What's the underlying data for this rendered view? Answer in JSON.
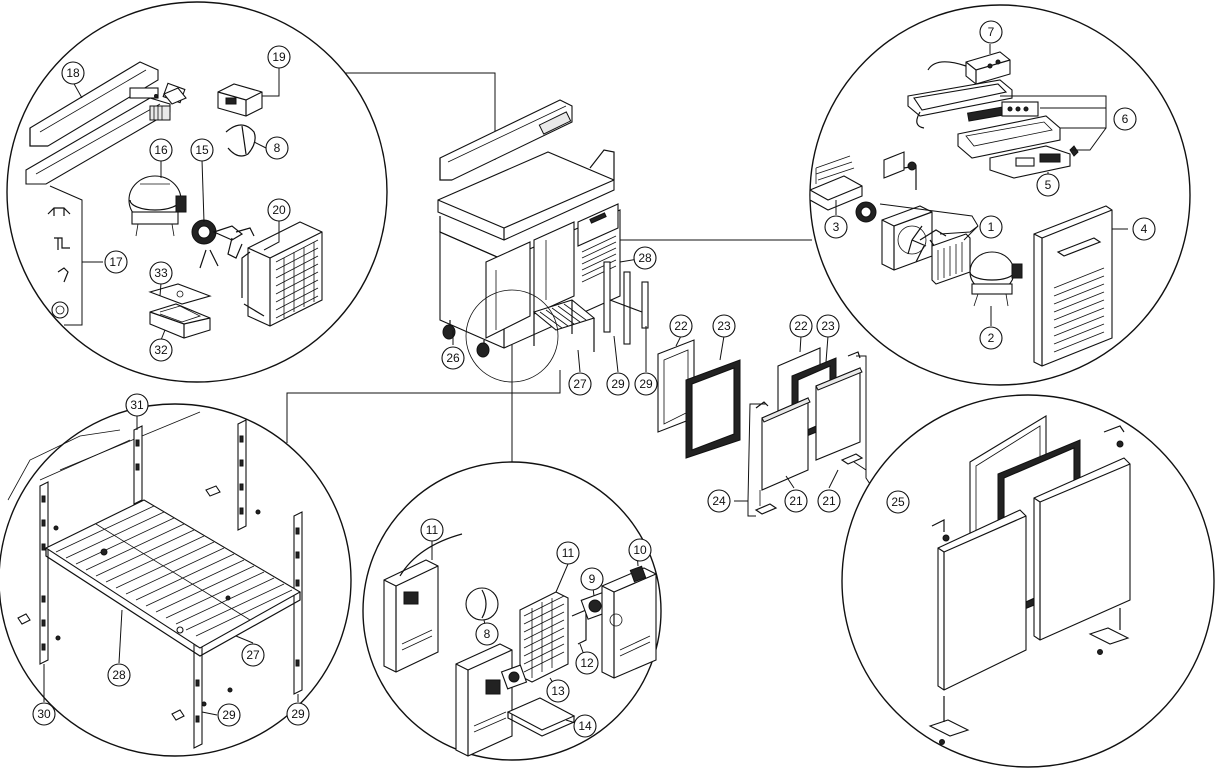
{
  "callouts": {
    "c1": "1",
    "c2": "2",
    "c3": "3",
    "c4": "4",
    "c5": "5",
    "c6": "6",
    "c7": "7",
    "c8a": "8",
    "c8b": "8",
    "c9": "9",
    "c10": "10",
    "c11a": "11",
    "c11b": "11",
    "c12": "12",
    "c13": "13",
    "c14": "14",
    "c15": "15",
    "c16": "16",
    "c17": "17",
    "c18": "18",
    "c19": "19",
    "c20": "20",
    "c21a": "21",
    "c21b": "21",
    "c22a": "22",
    "c22b": "22",
    "c23a": "23",
    "c23b": "23",
    "c24": "24",
    "c25": "25",
    "c26": "26",
    "c27a": "27",
    "c27b": "27",
    "c28a": "28",
    "c28b": "28",
    "c29a": "29",
    "c29b": "29",
    "c29c": "29",
    "c29d": "29",
    "c30": "30",
    "c31": "31",
    "c32": "32",
    "c33": "33"
  }
}
